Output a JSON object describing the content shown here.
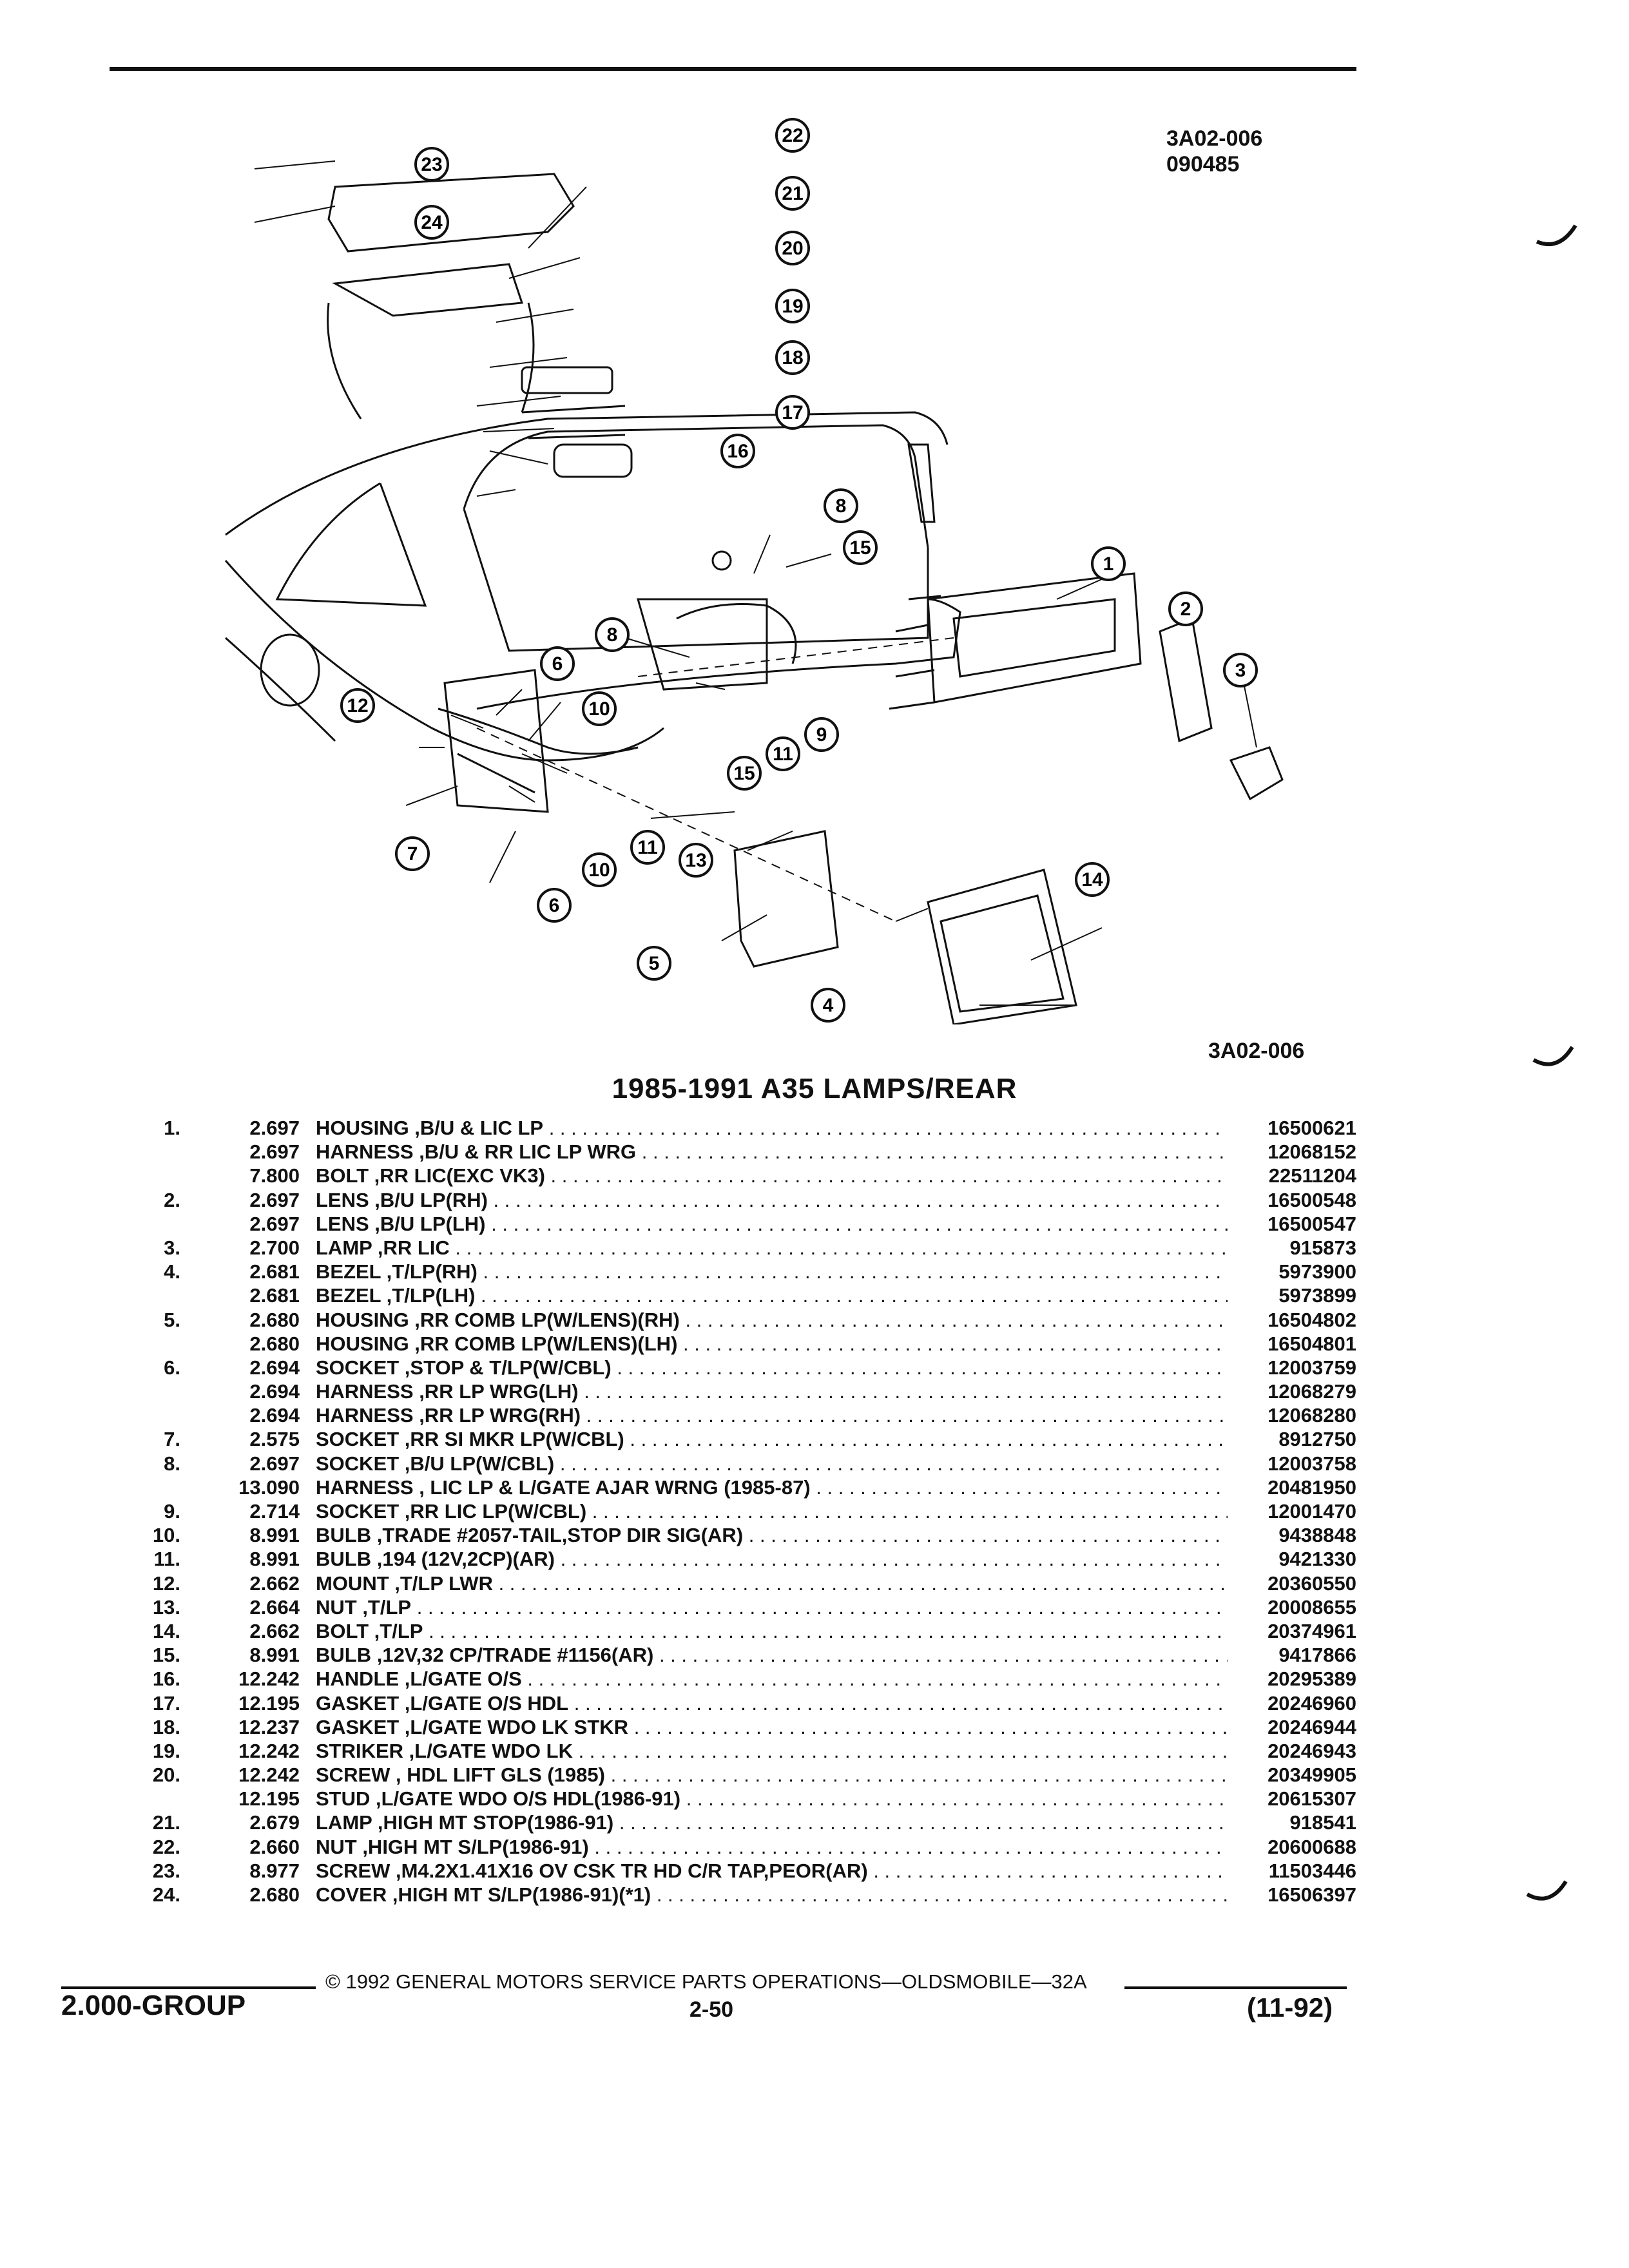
{
  "ref_code_top": "3A02-006",
  "ref_code_date": "090485",
  "ref_code_bottom": "3A02-006",
  "section_title": "1985-1991 A35 LAMPS/REAR",
  "callouts": [
    "1",
    "2",
    "3",
    "4",
    "5",
    "6",
    "6",
    "7",
    "8",
    "8",
    "9",
    "10",
    "10",
    "11",
    "11",
    "12",
    "13",
    "14",
    "15",
    "15",
    "16",
    "17",
    "18",
    "19",
    "20",
    "21",
    "22",
    "23",
    "24"
  ],
  "parts": [
    {
      "num": "1.",
      "grp": "2.697",
      "desc": "HOUSING ,B/U & LIC LP",
      "pn": "16500621"
    },
    {
      "num": "",
      "grp": "2.697",
      "desc": "HARNESS ,B/U & RR LIC LP WRG",
      "pn": "12068152"
    },
    {
      "num": "",
      "grp": "7.800",
      "desc": "BOLT ,RR LIC(EXC VK3)",
      "pn": "22511204"
    },
    {
      "num": "2.",
      "grp": "2.697",
      "desc": "LENS ,B/U LP(RH)",
      "pn": "16500548"
    },
    {
      "num": "",
      "grp": "2.697",
      "desc": "LENS ,B/U LP(LH)",
      "pn": "16500547"
    },
    {
      "num": "3.",
      "grp": "2.700",
      "desc": "LAMP ,RR LIC",
      "pn": "915873"
    },
    {
      "num": "4.",
      "grp": "2.681",
      "desc": "BEZEL ,T/LP(RH)",
      "pn": "5973900"
    },
    {
      "num": "",
      "grp": "2.681",
      "desc": "BEZEL ,T/LP(LH)",
      "pn": "5973899"
    },
    {
      "num": "5.",
      "grp": "2.680",
      "desc": "HOUSING ,RR COMB LP(W/LENS)(RH)",
      "pn": "16504802"
    },
    {
      "num": "",
      "grp": "2.680",
      "desc": "HOUSING ,RR COMB LP(W/LENS)(LH)",
      "pn": "16504801"
    },
    {
      "num": "6.",
      "grp": "2.694",
      "desc": "SOCKET ,STOP & T/LP(W/CBL)",
      "pn": "12003759"
    },
    {
      "num": "",
      "grp": "2.694",
      "desc": "HARNESS ,RR LP WRG(LH)",
      "pn": "12068279"
    },
    {
      "num": "",
      "grp": "2.694",
      "desc": "HARNESS ,RR LP WRG(RH)",
      "pn": "12068280"
    },
    {
      "num": "7.",
      "grp": "2.575",
      "desc": "SOCKET ,RR SI MKR LP(W/CBL)",
      "pn": "8912750"
    },
    {
      "num": "8.",
      "grp": "2.697",
      "desc": "SOCKET ,B/U LP(W/CBL)",
      "pn": "12003758"
    },
    {
      "num": "",
      "grp": "13.090",
      "desc": "HARNESS , LIC LP & L/GATE AJAR WRNG (1985-87)",
      "pn": "20481950"
    },
    {
      "num": "9.",
      "grp": "2.714",
      "desc": "SOCKET ,RR LIC LP(W/CBL)",
      "pn": "12001470"
    },
    {
      "num": "10.",
      "grp": "8.991",
      "desc": "BULB ,TRADE #2057-TAIL,STOP DIR SIG(AR)",
      "pn": "9438848"
    },
    {
      "num": "11.",
      "grp": "8.991",
      "desc": "BULB ,194 (12V,2CP)(AR)",
      "pn": "9421330"
    },
    {
      "num": "12.",
      "grp": "2.662",
      "desc": "MOUNT ,T/LP LWR",
      "pn": "20360550"
    },
    {
      "num": "13.",
      "grp": "2.664",
      "desc": "NUT ,T/LP",
      "pn": "20008655"
    },
    {
      "num": "14.",
      "grp": "2.662",
      "desc": "BOLT ,T/LP",
      "pn": "20374961"
    },
    {
      "num": "15.",
      "grp": "8.991",
      "desc": "BULB ,12V,32 CP/TRADE #1156(AR)",
      "pn": "9417866"
    },
    {
      "num": "16.",
      "grp": "12.242",
      "desc": "HANDLE ,L/GATE O/S",
      "pn": "20295389"
    },
    {
      "num": "17.",
      "grp": "12.195",
      "desc": "GASKET ,L/GATE O/S HDL",
      "pn": "20246960"
    },
    {
      "num": "18.",
      "grp": "12.237",
      "desc": "GASKET ,L/GATE WDO LK STKR",
      "pn": "20246944"
    },
    {
      "num": "19.",
      "grp": "12.242",
      "desc": "STRIKER ,L/GATE WDO LK",
      "pn": "20246943"
    },
    {
      "num": "20.",
      "grp": "12.242",
      "desc": "SCREW , HDL LIFT GLS (1985)",
      "pn": "20349905"
    },
    {
      "num": "",
      "grp": "12.195",
      "desc": "STUD ,L/GATE WDO O/S HDL(1986-91)",
      "pn": "20615307"
    },
    {
      "num": "21.",
      "grp": "2.679",
      "desc": "LAMP ,HIGH MT STOP(1986-91)",
      "pn": "918541"
    },
    {
      "num": "22.",
      "grp": "2.660",
      "desc": "NUT ,HIGH MT S/LP(1986-91)",
      "pn": "20600688"
    },
    {
      "num": "23.",
      "grp": "8.977",
      "desc": "SCREW ,M4.2X1.41X16 OV CSK TR HD C/R TAP,PEOR(AR)",
      "pn": "11503446"
    },
    {
      "num": "24.",
      "grp": "2.680",
      "desc": "COVER ,HIGH MT S/LP(1986-91)(*1)",
      "pn": "16506397"
    }
  ],
  "footer": {
    "copyright": "© 1992 GENERAL MOTORS SERVICE PARTS OPERATIONS—OLDSMOBILE—32A",
    "group_label": "2.000-GROUP",
    "page_num": "2-50",
    "rev_date": "(11-92)"
  }
}
